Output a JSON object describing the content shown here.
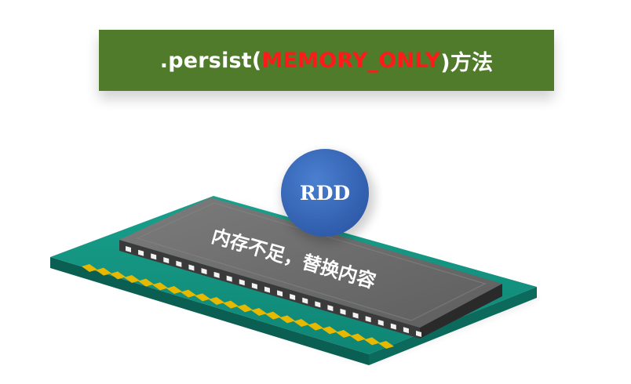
{
  "title": {
    "prefix": ".persist(",
    "keyword": " MEMORY_ONLY ",
    "suffix": ")方法"
  },
  "rdd_label": "RDD",
  "chip_label": "内存不足，替换内容",
  "colors": {
    "banner_green": "#4f7b2b",
    "keyword_red": "#ff1a1a",
    "board_teal": "#118a78",
    "chip_gray": "#6e6e6e",
    "pin_gold": "#e7b800",
    "rdd_blue": "#3565b6"
  },
  "pins": {
    "front_gold_count": 22,
    "chip_white_count": 24
  }
}
